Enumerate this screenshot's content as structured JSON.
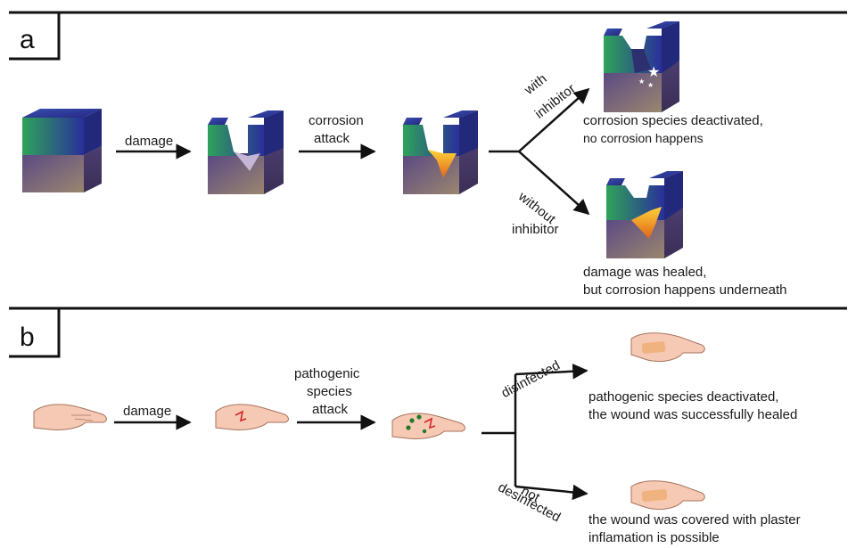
{
  "panel_a": {
    "letter": "a",
    "arrow_damage": "damage",
    "arrow_attack_line1": "corrosion",
    "arrow_attack_line2": "attack",
    "branch_with_line1": "with",
    "branch_with_line2": "inhibitor",
    "branch_without_line1": "without",
    "branch_without_line2": "inhibitor",
    "result_top_line1": "corrosion species deactivated,",
    "result_top_line2": "no corrosion happens",
    "result_bottom_line1": "damage was healed,",
    "result_bottom_line2": "but corrosion happens underneath"
  },
  "panel_b": {
    "letter": "b",
    "arrow_damage": "damage",
    "arrow_attack_line1": "pathogenic",
    "arrow_attack_line2": "species",
    "arrow_attack_line3": "attack",
    "branch_top": "disinfected",
    "branch_bottom_line1": "not",
    "branch_bottom_line2": "desinfected",
    "result_top_line1": "pathogenic species deactivated,",
    "result_top_line2": "the wound was successfully healed",
    "result_bottom_line1": "the wound was covered with plaster",
    "result_bottom_line2": "inflamation is possible"
  },
  "colors": {
    "coating_green": "#2e8b4e",
    "coating_blue": "#2a2f9a",
    "metal_purple": "#6e5a8e",
    "corrosion_orange": "#f08a1c",
    "skin": "#f6c9b4"
  }
}
